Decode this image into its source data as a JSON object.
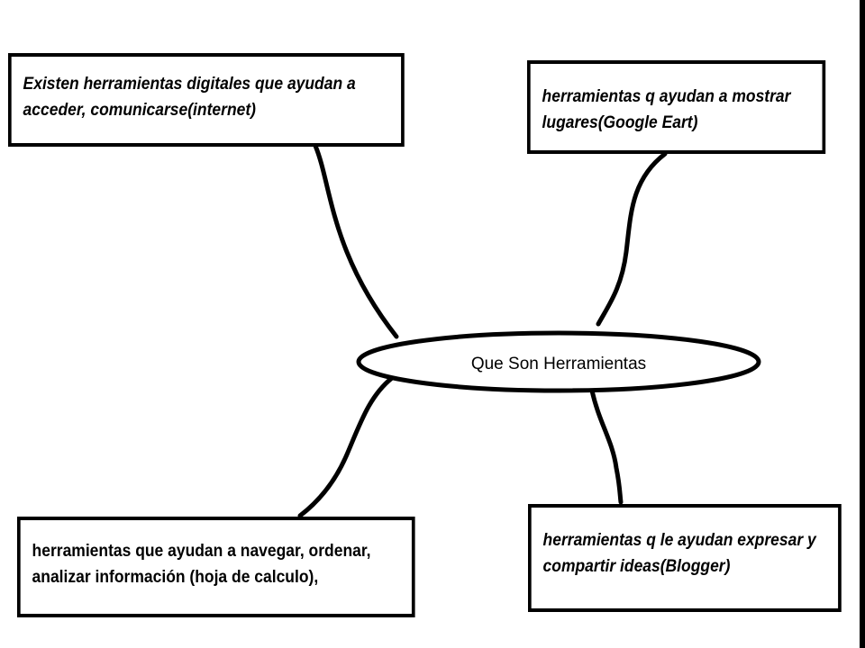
{
  "center": {
    "label": "Que Son Herramientas"
  },
  "nodes": {
    "top_left": {
      "line1": "Existen herramientas digitales que ayudan a",
      "line2": "acceder, comunicarse(internet)"
    },
    "top_right": {
      "line1": "herramientas  q ayudan a mostrar",
      "line2": "lugares(Google Eart)"
    },
    "bottom_left": {
      "line1": "herramientas que ayudan a navegar, ordenar,",
      "line2": "analizar información (hoja de calculo),"
    },
    "bottom_right": {
      "line1": "herramientas  q le ayudan expresar y",
      "line2": "compartir ideas(Blogger)"
    }
  },
  "colors": {
    "stroke": "#000000",
    "background": "#ffffff"
  }
}
